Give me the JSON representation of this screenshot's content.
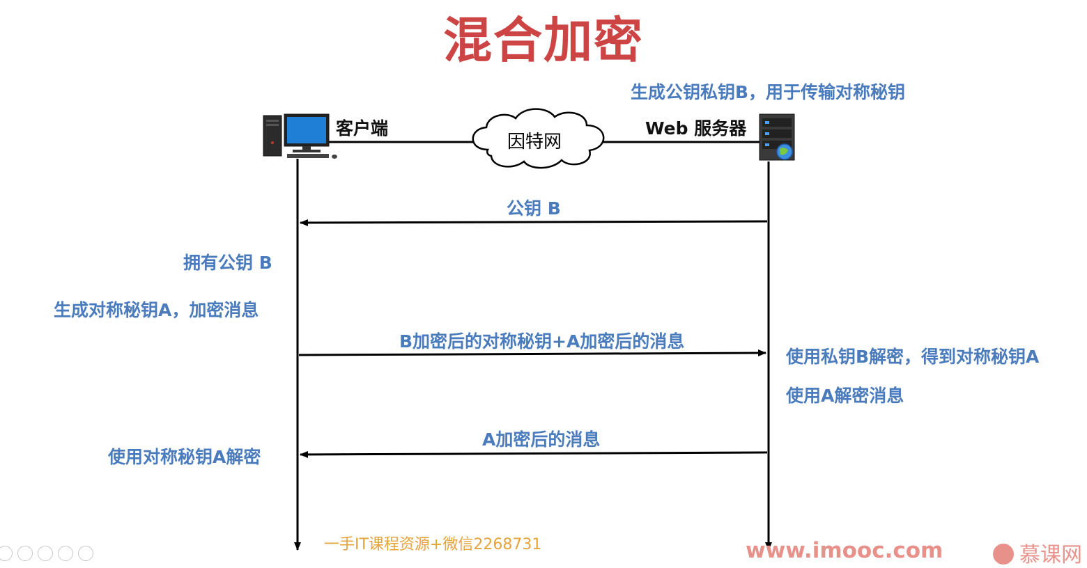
{
  "title": "混合加密",
  "colors": {
    "title": "#cc4444",
    "note": "#4a7bbd",
    "label_dark": "#111111",
    "line": "#000000",
    "watermark_text": "#e6a33a",
    "site_url": "#e8908a",
    "brand": "#e8908a"
  },
  "nodes": {
    "client": {
      "label": "客户端",
      "icon": "desktop-computer-icon"
    },
    "internet": {
      "label": "因特网",
      "icon": "cloud-icon"
    },
    "server": {
      "label": "Web 服务器",
      "icon": "server-icon"
    }
  },
  "server_note": "生成公钥私钥B，用于传输对称秘钥",
  "messages": [
    {
      "label": "公钥 B",
      "from": "server",
      "to": "client"
    },
    {
      "label": "B加密后的对称秘钥+A加密后的消息",
      "from": "client",
      "to": "server"
    },
    {
      "label": "A加密后的消息",
      "from": "server",
      "to": "client"
    }
  ],
  "client_notes": [
    "拥有公钥 B",
    "生成对称秘钥A，加密消息",
    "使用对称秘钥A解密"
  ],
  "server_notes": [
    "使用私钥B解密，得到对称秘钥A",
    "使用A解密消息"
  ],
  "watermark": "一手IT课程资源+微信2268731",
  "site_url": "www.imooc.com",
  "brand": "慕课网",
  "player_controls": [
    "play-icon",
    "pen-icon",
    "copy-icon",
    "zoom-icon",
    "more-icon"
  ]
}
